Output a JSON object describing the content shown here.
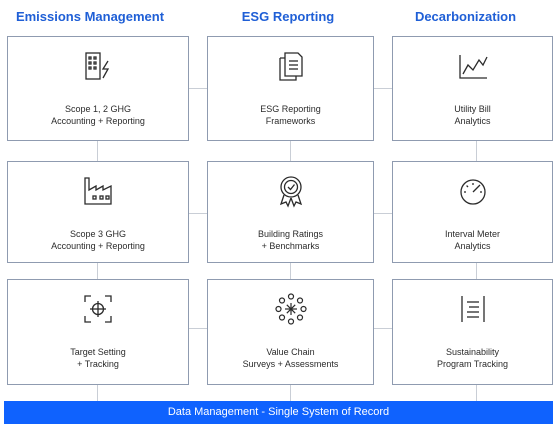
{
  "columns": [
    {
      "title": "Emissions Management"
    },
    {
      "title": "ESG Reporting"
    },
    {
      "title": "Decarbonization"
    }
  ],
  "cards": [
    {
      "icon": "building-lightning-icon",
      "line1": "Scope 1, 2 GHG",
      "line2": "Accounting + Reporting"
    },
    {
      "icon": "documents-icon",
      "line1": "ESG Reporting",
      "line2": "Frameworks"
    },
    {
      "icon": "line-chart-icon",
      "line1": "Utility Bill",
      "line2": "Analytics"
    },
    {
      "icon": "factory-icon",
      "line1": "Scope 3 GHG",
      "line2": "Accounting + Reporting"
    },
    {
      "icon": "badge-check-icon",
      "line1": "Building Ratings",
      "line2": "+ Benchmarks"
    },
    {
      "icon": "gauge-icon",
      "line1": "Interval Meter",
      "line2": "Analytics"
    },
    {
      "icon": "target-crosshair-icon",
      "line1": "Target Setting",
      "line2": "+ Tracking"
    },
    {
      "icon": "network-nodes-icon",
      "line1": "Value Chain",
      "line2": "Surveys + Assessments"
    },
    {
      "icon": "list-document-icon",
      "line1": "Sustainability",
      "line2": "Program Tracking"
    }
  ],
  "footer": {
    "label": "Data Management - Single System of Record"
  },
  "colors": {
    "header_text": "#1f5fd6",
    "footer_bar": "#0f62fe",
    "card_border": "#8f9bb0",
    "connector": "#c9ced6",
    "icon_stroke": "#2b2b2b"
  }
}
